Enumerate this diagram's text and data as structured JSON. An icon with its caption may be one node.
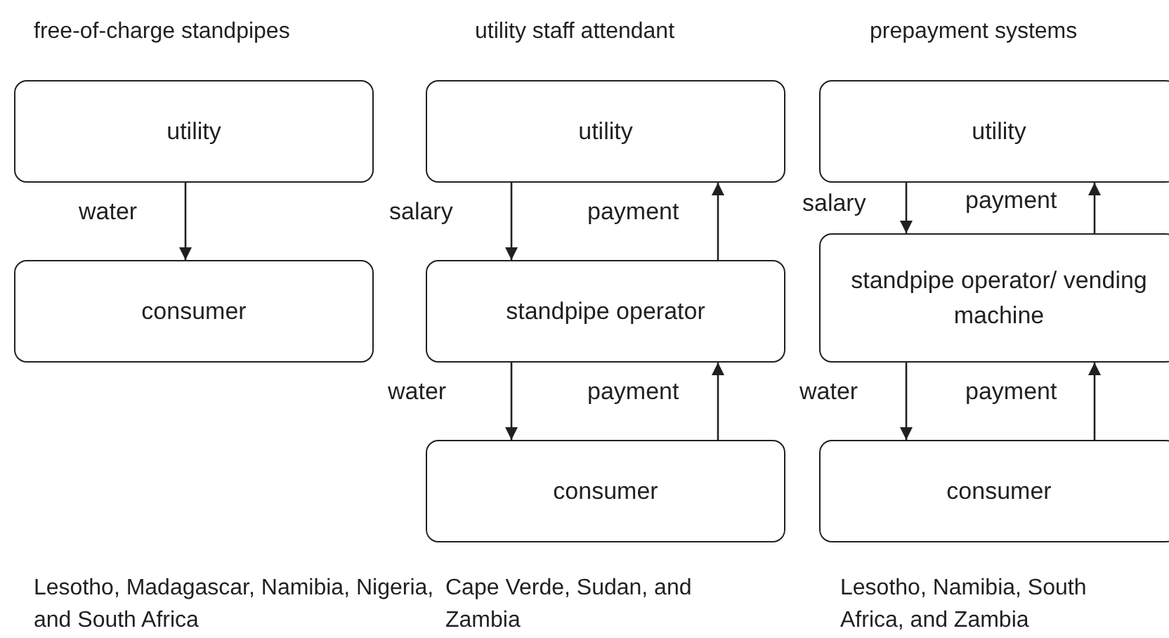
{
  "diagram": {
    "nodes": [
      {
        "text": [
          "utility"
        ]
      },
      {
        "text": [
          "consumer"
        ]
      },
      {
        "text": [
          "utility"
        ]
      },
      {
        "text": [
          "standpipe operator"
        ]
      },
      {
        "text": [
          "consumer"
        ]
      },
      {
        "text": [
          "utility"
        ]
      },
      {
        "text": [
          "standpipe operator/ vending machine"
        ]
      },
      {
        "text": [
          "consumer"
        ]
      }
    ],
    "edges": [
      {
        "from": 0,
        "to": 1,
        "arrow": "to",
        "label": "water"
      },
      {
        "from": 2,
        "to": 3,
        "arrow": "to",
        "label": "salary"
      },
      {
        "from": 3,
        "to": 2,
        "arrow": "to",
        "label": "payment"
      },
      {
        "from": 3,
        "to": 4,
        "arrow": "to",
        "label": "water"
      },
      {
        "from": 4,
        "to": 3,
        "arrow": "to",
        "label": "payment"
      },
      {
        "from": 5,
        "to": 6,
        "arrow": "to",
        "label": "salary"
      },
      {
        "from": 6,
        "to": 5,
        "arrow": "to",
        "label": "payment"
      },
      {
        "from": 6,
        "to": 7,
        "arrow": "to",
        "label": "water"
      },
      {
        "from": 7,
        "to": 6,
        "arrow": "to",
        "label": "payment"
      }
    ],
    "labels": [
      "free-of-charge standpipes",
      "utility staff attendant",
      "prepayment systems",
      "Lesotho, Madagascar, Namibia, Nigeria, and South Africa",
      "Cape Verde, Sudan, and Zambia",
      "Lesotho, Namibia, South Africa, and Zambia"
    ]
  }
}
